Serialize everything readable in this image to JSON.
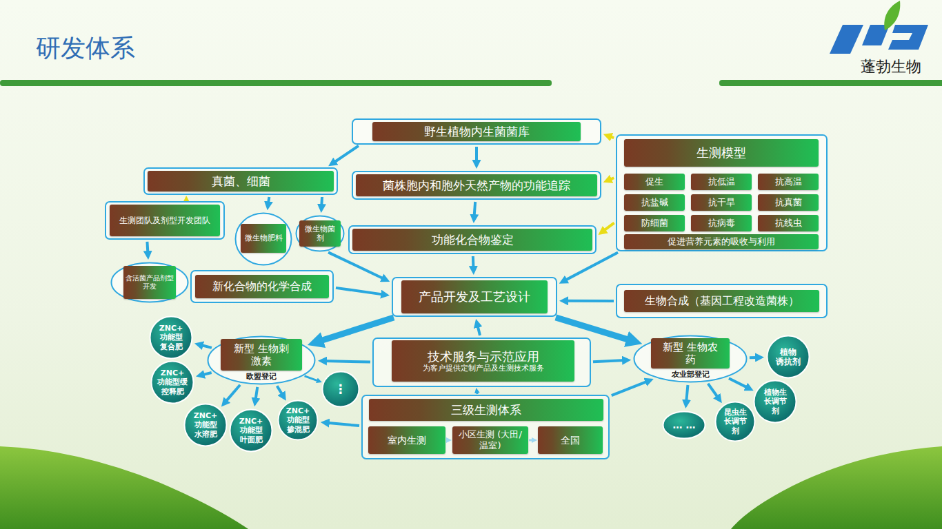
{
  "diagram": {
    "title": "研发体系",
    "nodes": [
      {
        "text": [
          "野生植物内生菌菌库"
        ]
      },
      {
        "text": [
          "菌株胞内和胞外天然产物的功能追踪"
        ]
      },
      {
        "text": [
          "生测模型"
        ]
      },
      {
        "text": [
          "促生"
        ],
        "in": 2
      },
      {
        "text": [
          "抗低温"
        ],
        "in": 2
      },
      {
        "text": [
          "抗高温"
        ],
        "in": 2
      },
      {
        "text": [
          "抗盐碱"
        ],
        "in": 2
      },
      {
        "text": [
          "抗干旱"
        ],
        "in": 2
      },
      {
        "text": [
          "抗真菌"
        ],
        "in": 2
      },
      {
        "text": [
          "防细菌"
        ],
        "in": 2
      },
      {
        "text": [
          "抗病毒"
        ],
        "in": 2
      },
      {
        "text": [
          "抗线虫"
        ],
        "in": 2
      },
      {
        "text": [
          "促进营养元素的吸收与利用"
        ],
        "in": 2
      },
      {
        "text": [
          "真菌、细菌"
        ]
      },
      {
        "text": [
          "生测团队及剂型开发团队"
        ]
      },
      {
        "text": [
          "微生物肥料"
        ]
      },
      {
        "text": [
          "微生物菌剂"
        ]
      },
      {
        "text": [
          "功能化合物鉴定"
        ]
      },
      {
        "text": [
          "含活菌产品剂型开发"
        ]
      },
      {
        "text": [
          "新化合物的化学合成"
        ]
      },
      {
        "text": [
          "产品开发及工艺设计"
        ]
      },
      {
        "text": [
          "生物合成（基因工程改造菌株）"
        ]
      },
      {
        "text": [
          "技术服务与示范应用",
          "为客户提供定制产品及生测技术服务"
        ]
      },
      {
        "text": [
          "新型 生物刺激素",
          "欧盟登记"
        ]
      },
      {
        "text": [
          "ZNC+ 功能型 复合肥"
        ]
      },
      {
        "text": [
          "ZNC+ 功能型缓 控释肥"
        ]
      },
      {
        "text": [
          "ZNC+ 功能型 水溶肥"
        ]
      },
      {
        "text": [
          "ZNC+ 功能型 叶面肥"
        ]
      },
      {
        "text": [
          "ZNC+ 功能型 掺混肥"
        ]
      },
      {
        "text": [
          "⋮"
        ]
      },
      {
        "text": [
          "三级生测体系"
        ]
      },
      {
        "text": [
          "室内生测"
        ],
        "in": 30
      },
      {
        "text": [
          "小区生测 (大田/温室)"
        ],
        "in": 30
      },
      {
        "text": [
          "全国"
        ],
        "in": 30
      },
      {
        "text": [
          "新型 生物农药",
          "农业部登记"
        ]
      },
      {
        "text": [
          "植物 诱抗剂"
        ]
      },
      {
        "text": [
          "植物生 长调节 剂"
        ]
      },
      {
        "text": [
          "昆虫生 长调节 剂"
        ]
      },
      {
        "text": [
          "… …"
        ]
      }
    ],
    "edges": [
      {
        "from": 0,
        "to": 1,
        "arrow": "to"
      },
      {
        "from": 1,
        "to": 17,
        "arrow": "to"
      },
      {
        "from": 17,
        "to": 20,
        "arrow": "to"
      },
      {
        "from": 2,
        "to": 0,
        "arrow": "to"
      },
      {
        "from": 2,
        "to": 1,
        "arrow": "to"
      },
      {
        "from": 2,
        "to": 17,
        "arrow": "to"
      },
      {
        "from": 0,
        "to": 13,
        "arrow": "to"
      },
      {
        "from": 14,
        "to": 13,
        "arrow": "to"
      },
      {
        "from": 13,
        "to": 15,
        "arrow": "to"
      },
      {
        "from": 13,
        "to": 16,
        "arrow": "to"
      },
      {
        "from": 14,
        "to": 18,
        "arrow": "to"
      },
      {
        "from": 16,
        "to": 20,
        "arrow": "to"
      },
      {
        "from": 19,
        "to": 20,
        "arrow": "to"
      },
      {
        "from": 2,
        "to": 20,
        "arrow": "to"
      },
      {
        "from": 21,
        "to": 20,
        "arrow": "to"
      },
      {
        "from": 20,
        "to": 23,
        "arrow": "to"
      },
      {
        "from": 20,
        "to": 34,
        "arrow": "to"
      },
      {
        "from": 22,
        "to": 23,
        "arrow": "to"
      },
      {
        "from": 22,
        "to": 34,
        "arrow": "to"
      },
      {
        "from": 22,
        "to": 20,
        "arrow": "to"
      },
      {
        "from": 30,
        "to": 22,
        "arrow": "to"
      },
      {
        "from": 30,
        "to": 28,
        "arrow": "to"
      },
      {
        "from": 30,
        "to": 34,
        "arrow": "to"
      },
      {
        "from": 31,
        "to": 32,
        "arrow": "to"
      },
      {
        "from": 32,
        "to": 33,
        "arrow": "to"
      },
      {
        "from": 23,
        "to": 24,
        "arrow": "to"
      },
      {
        "from": 23,
        "to": 25,
        "arrow": "to"
      },
      {
        "from": 23,
        "to": 26,
        "arrow": "to"
      },
      {
        "from": 23,
        "to": 27,
        "arrow": "to"
      },
      {
        "from": 23,
        "to": 28,
        "arrow": "to"
      },
      {
        "from": 23,
        "to": 29,
        "arrow": "to"
      },
      {
        "from": 34,
        "to": 35,
        "arrow": "to"
      },
      {
        "from": 34,
        "to": 36,
        "arrow": "to"
      },
      {
        "from": 34,
        "to": 37,
        "arrow": "to"
      },
      {
        "from": 34,
        "to": 38,
        "arrow": "to"
      }
    ],
    "labels": [
      "蓬勃生物"
    ]
  }
}
